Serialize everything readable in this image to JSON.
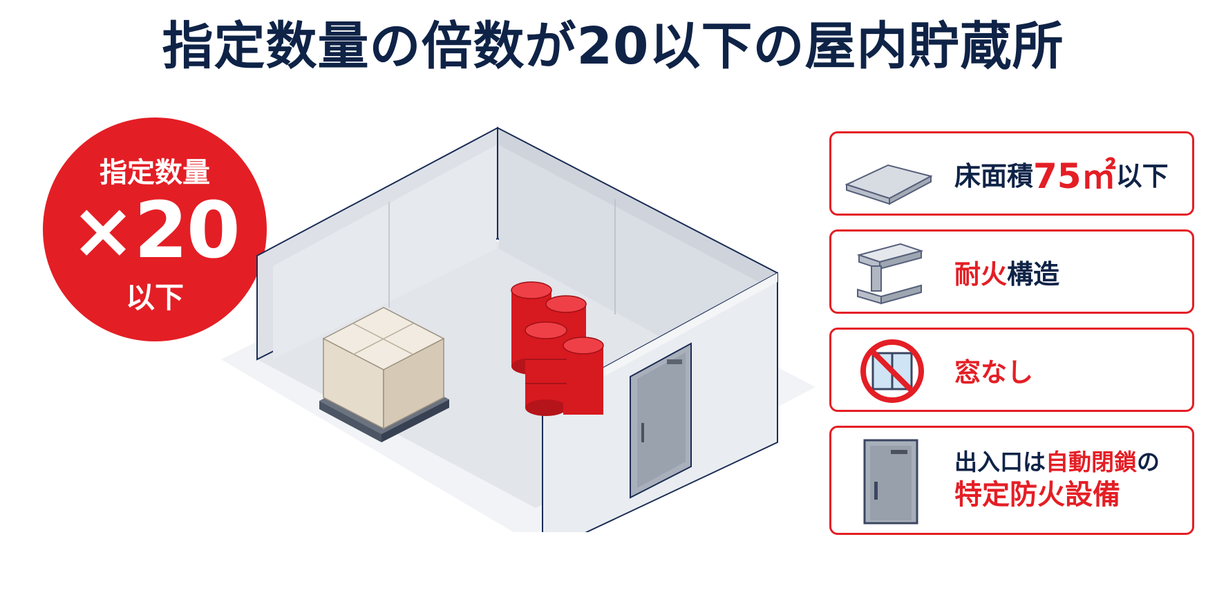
{
  "title": "指定数量の倍数が20以下の屋内貯蔵所",
  "badge": {
    "line1": "指定数量",
    "line2": "×20",
    "line3": "以下"
  },
  "requirements": [
    {
      "icon": "floor-slab-icon",
      "text_prefix": "床面積",
      "text_highlight": "75㎡",
      "text_suffix": "以下"
    },
    {
      "icon": "steel-beam-icon",
      "text_highlight": "耐火",
      "text_suffix": "構造"
    },
    {
      "icon": "no-window-icon",
      "text_highlight": "窓なし"
    },
    {
      "icon": "door-icon",
      "line1_prefix": "出入口は",
      "line1_highlight": "自動閉鎖",
      "line1_suffix": "の",
      "line2_highlight": "特定防火設備"
    }
  ],
  "colors": {
    "accent_red": "#e41e25",
    "navy": "#0f2347",
    "wall": "#dfe3ea",
    "barrel": "#d71920",
    "box": "#e8dfd2"
  }
}
